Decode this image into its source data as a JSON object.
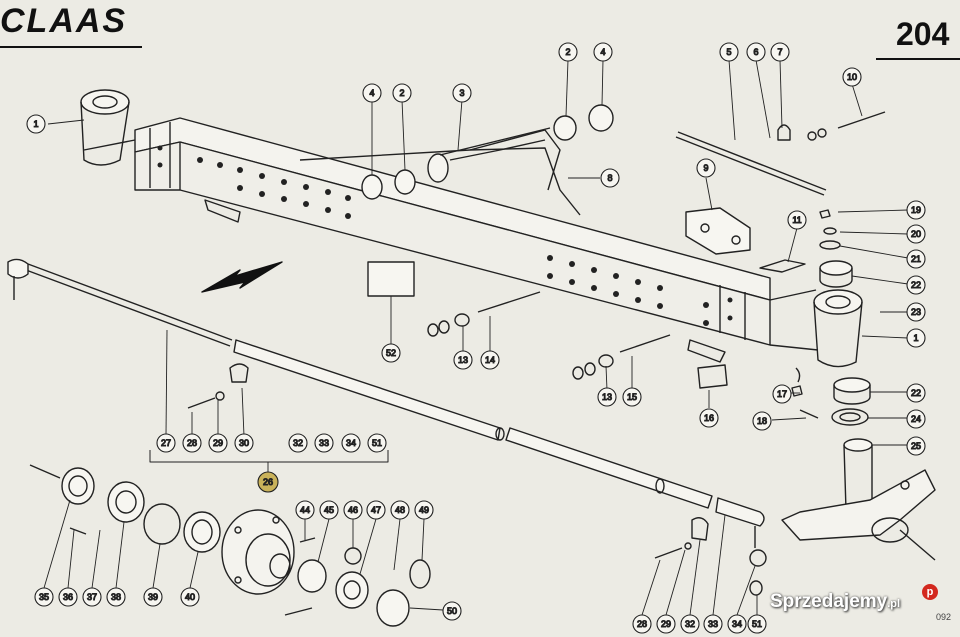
{
  "header": {
    "brand": "CLAAS",
    "page_number": "204"
  },
  "footer": {
    "corner_code": "092"
  },
  "watermark": {
    "text": "Sprzedajemy",
    "suffix": ".pl",
    "badge": "p"
  },
  "callouts": [
    {
      "id": "c1",
      "label": "1"
    },
    {
      "id": "c2",
      "label": "2"
    },
    {
      "id": "c3",
      "label": "3"
    },
    {
      "id": "c4",
      "label": "4"
    },
    {
      "id": "c2b",
      "label": "2"
    },
    {
      "id": "c4b",
      "label": "4"
    },
    {
      "id": "c5",
      "label": "5"
    },
    {
      "id": "c6",
      "label": "6"
    },
    {
      "id": "c7",
      "label": "7"
    },
    {
      "id": "c10",
      "label": "10"
    },
    {
      "id": "c8",
      "label": "8"
    },
    {
      "id": "c9",
      "label": "9"
    },
    {
      "id": "c11",
      "label": "11"
    },
    {
      "id": "c19",
      "label": "19"
    },
    {
      "id": "c20",
      "label": "20"
    },
    {
      "id": "c21",
      "label": "21"
    },
    {
      "id": "c22",
      "label": "22"
    },
    {
      "id": "c23",
      "label": "23"
    },
    {
      "id": "c1b",
      "label": "1"
    },
    {
      "id": "c22b",
      "label": "22"
    },
    {
      "id": "c24",
      "label": "24"
    },
    {
      "id": "c25",
      "label": "25"
    },
    {
      "id": "c17",
      "label": "17"
    },
    {
      "id": "c18",
      "label": "18"
    },
    {
      "id": "c16",
      "label": "16"
    },
    {
      "id": "c13",
      "label": "13"
    },
    {
      "id": "c15",
      "label": "15"
    },
    {
      "id": "c13b",
      "label": "13"
    },
    {
      "id": "c14",
      "label": "14"
    },
    {
      "id": "c52",
      "label": "52"
    },
    {
      "id": "c27",
      "label": "27"
    },
    {
      "id": "c28",
      "label": "28"
    },
    {
      "id": "c29",
      "label": "29"
    },
    {
      "id": "c30",
      "label": "30"
    },
    {
      "id": "c32",
      "label": "32"
    },
    {
      "id": "c33",
      "label": "33"
    },
    {
      "id": "c34",
      "label": "34"
    },
    {
      "id": "c51",
      "label": "51"
    },
    {
      "id": "c26",
      "label": "26"
    },
    {
      "id": "c35",
      "label": "35"
    },
    {
      "id": "c36",
      "label": "36"
    },
    {
      "id": "c37",
      "label": "37"
    },
    {
      "id": "c38",
      "label": "38"
    },
    {
      "id": "c39",
      "label": "39"
    },
    {
      "id": "c40",
      "label": "40"
    },
    {
      "id": "c44",
      "label": "44"
    },
    {
      "id": "c45",
      "label": "45"
    },
    {
      "id": "c46",
      "label": "46"
    },
    {
      "id": "c47",
      "label": "47"
    },
    {
      "id": "c48",
      "label": "48"
    },
    {
      "id": "c49",
      "label": "49"
    },
    {
      "id": "c50",
      "label": "50"
    },
    {
      "id": "c28b",
      "label": "28"
    },
    {
      "id": "c29b",
      "label": "29"
    },
    {
      "id": "c32b",
      "label": "32"
    },
    {
      "id": "c33b",
      "label": "33"
    },
    {
      "id": "c34b",
      "label": "34"
    },
    {
      "id": "c51b",
      "label": "51"
    }
  ]
}
